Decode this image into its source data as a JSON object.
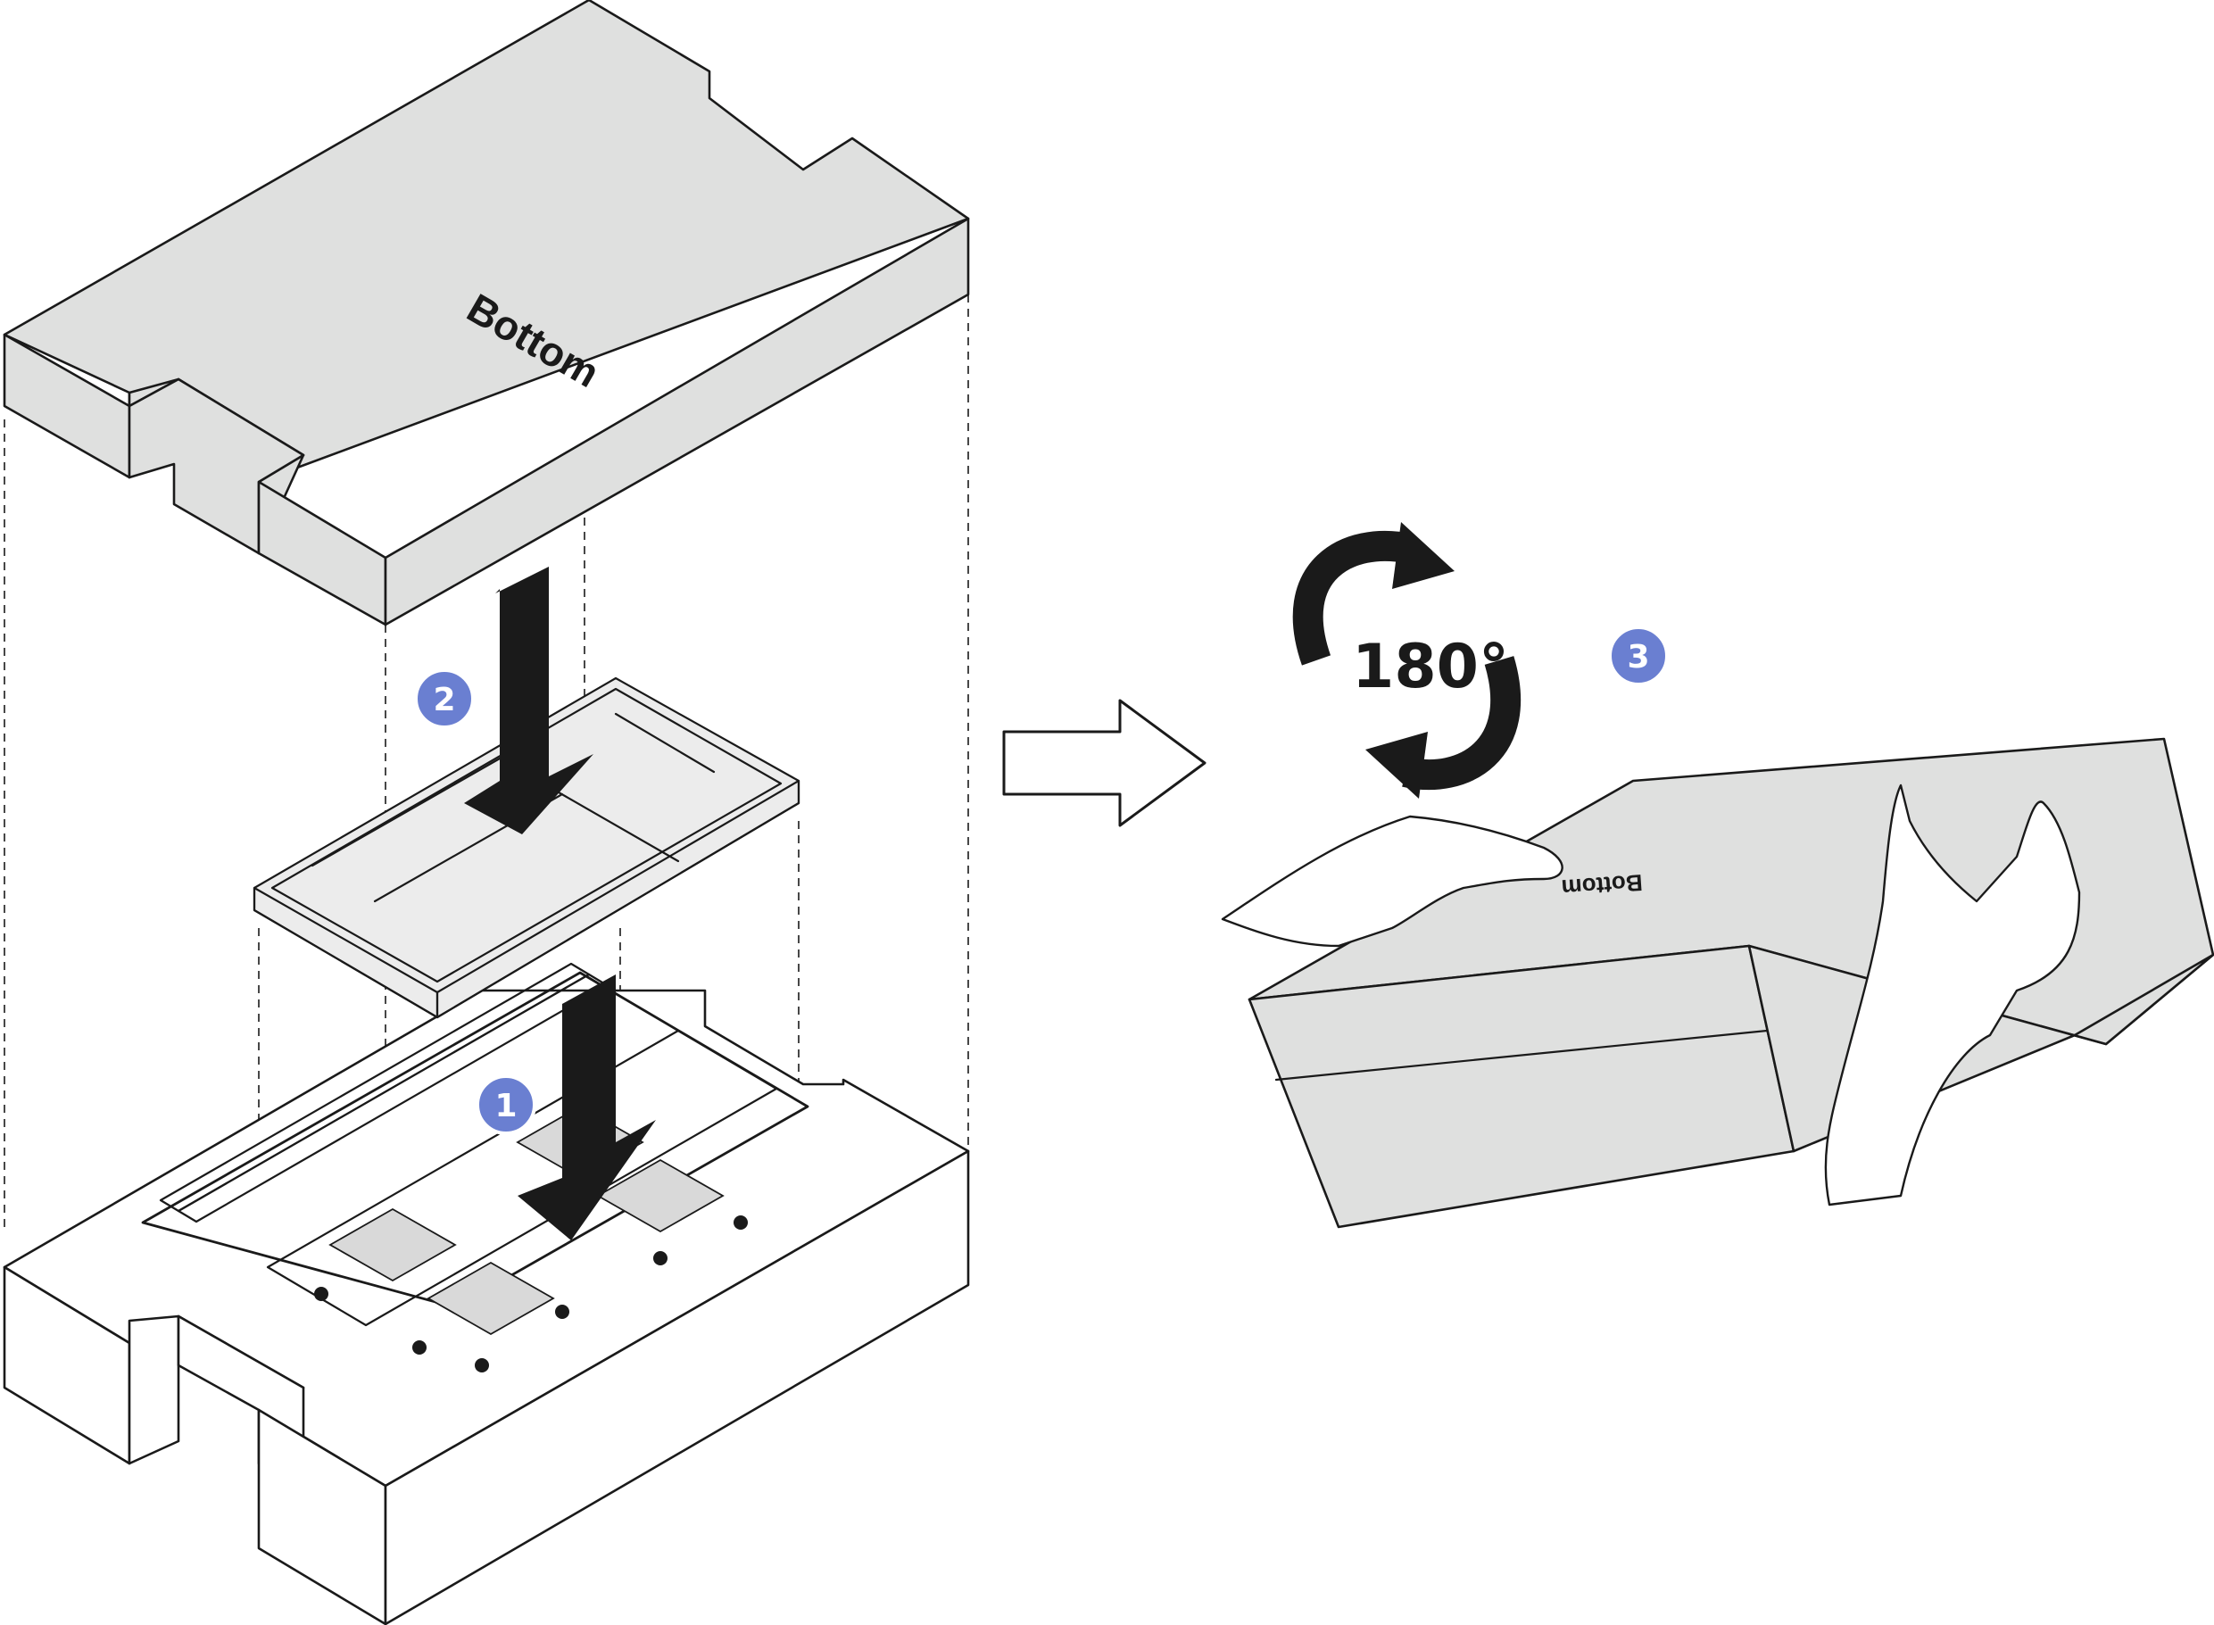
{
  "foam_top": {
    "label": "Bottom"
  },
  "box": {
    "label": "Bottom"
  },
  "rotation": {
    "label": "180°"
  },
  "steps": [
    {
      "number": "1"
    },
    {
      "number": "2"
    },
    {
      "number": "3"
    }
  ],
  "colors": {
    "foam_gray": "#dfe0df",
    "badge": "#6a7fd1",
    "line": "#1a1a1a"
  }
}
